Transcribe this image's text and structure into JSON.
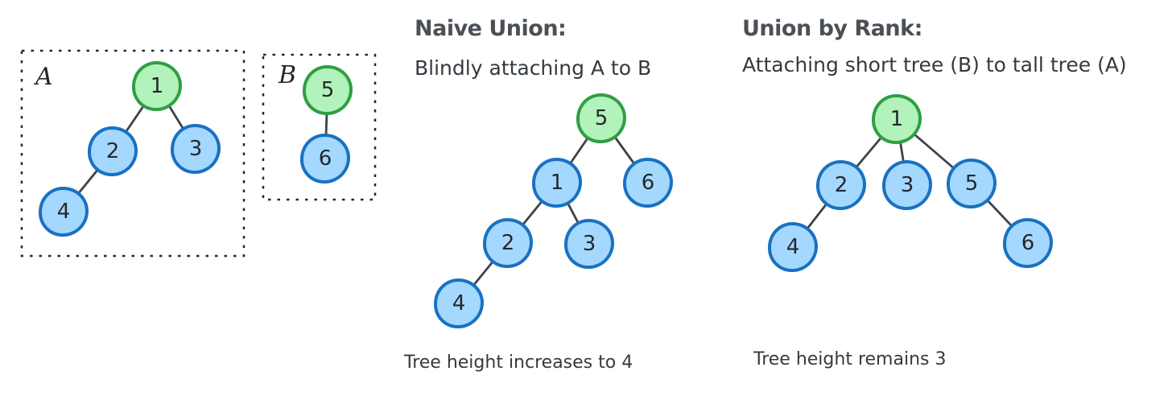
{
  "colors": {
    "root_fill": "#b2f2bb",
    "root_stroke": "#2f9e44",
    "child_fill": "#a5d8ff",
    "child_stroke": "#1971c2",
    "edge": "#3d4349",
    "heading": "#4a5056",
    "text": "#343a40"
  },
  "initial": {
    "tree_a_label": "A",
    "tree_b_label": "B",
    "tree_a": {
      "root": "1",
      "nodes": [
        {
          "label": "1",
          "role": "root"
        },
        {
          "label": "2",
          "role": "child"
        },
        {
          "label": "3",
          "role": "child"
        },
        {
          "label": "4",
          "role": "child"
        }
      ],
      "edges": [
        "1-2",
        "1-3",
        "2-4"
      ]
    },
    "tree_b": {
      "root": "5",
      "nodes": [
        {
          "label": "5",
          "role": "root"
        },
        {
          "label": "6",
          "role": "child"
        }
      ],
      "edges": [
        "5-6"
      ]
    }
  },
  "naive_union": {
    "title": "Naive Union:",
    "subtitle": "Blindly attaching A to B",
    "caption": "Tree height increases to 4",
    "tree": {
      "root": "5",
      "nodes": [
        {
          "label": "5",
          "role": "root"
        },
        {
          "label": "1",
          "role": "child"
        },
        {
          "label": "6",
          "role": "child"
        },
        {
          "label": "2",
          "role": "child"
        },
        {
          "label": "3",
          "role": "child"
        },
        {
          "label": "4",
          "role": "child"
        }
      ],
      "edges": [
        "5-1",
        "5-6",
        "1-2",
        "1-3",
        "2-4"
      ],
      "height": 4
    }
  },
  "union_by_rank": {
    "title": "Union by Rank:",
    "subtitle": "Attaching short tree (B) to tall tree (A)",
    "caption": "Tree height remains 3",
    "tree": {
      "root": "1",
      "nodes": [
        {
          "label": "1",
          "role": "root"
        },
        {
          "label": "2",
          "role": "child"
        },
        {
          "label": "3",
          "role": "child"
        },
        {
          "label": "5",
          "role": "child"
        },
        {
          "label": "4",
          "role": "child"
        },
        {
          "label": "6",
          "role": "child"
        }
      ],
      "edges": [
        "1-2",
        "1-3",
        "1-5",
        "2-4",
        "5-6"
      ],
      "height": 3
    }
  }
}
